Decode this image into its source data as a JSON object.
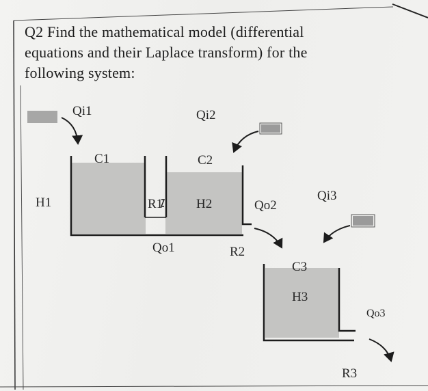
{
  "question": {
    "lines": [
      "Q2 Find the mathematical model (differential",
      "equations and their Laplace transform) for the",
      "following system:"
    ]
  },
  "diagram": {
    "inflow_left": "Qi1",
    "inflow_middle": "Qi2",
    "inflow_right": "Qi3",
    "tank1_capacitance": "C1",
    "tank2_capacitance": "C2",
    "tank3_capacitance": "C3",
    "tank1_height": "H1",
    "tank2_height": "H2",
    "tank3_height": "H3",
    "resistance1": "R1",
    "resistance2": "R2",
    "resistance3": "R3",
    "outflow1": "Qo1",
    "outflow2": "Qo2",
    "outflow3": "Qo3"
  },
  "colors": {
    "ink": "#1c1c1c",
    "liquid": "#c4c4c2",
    "paper": "#efefed"
  }
}
